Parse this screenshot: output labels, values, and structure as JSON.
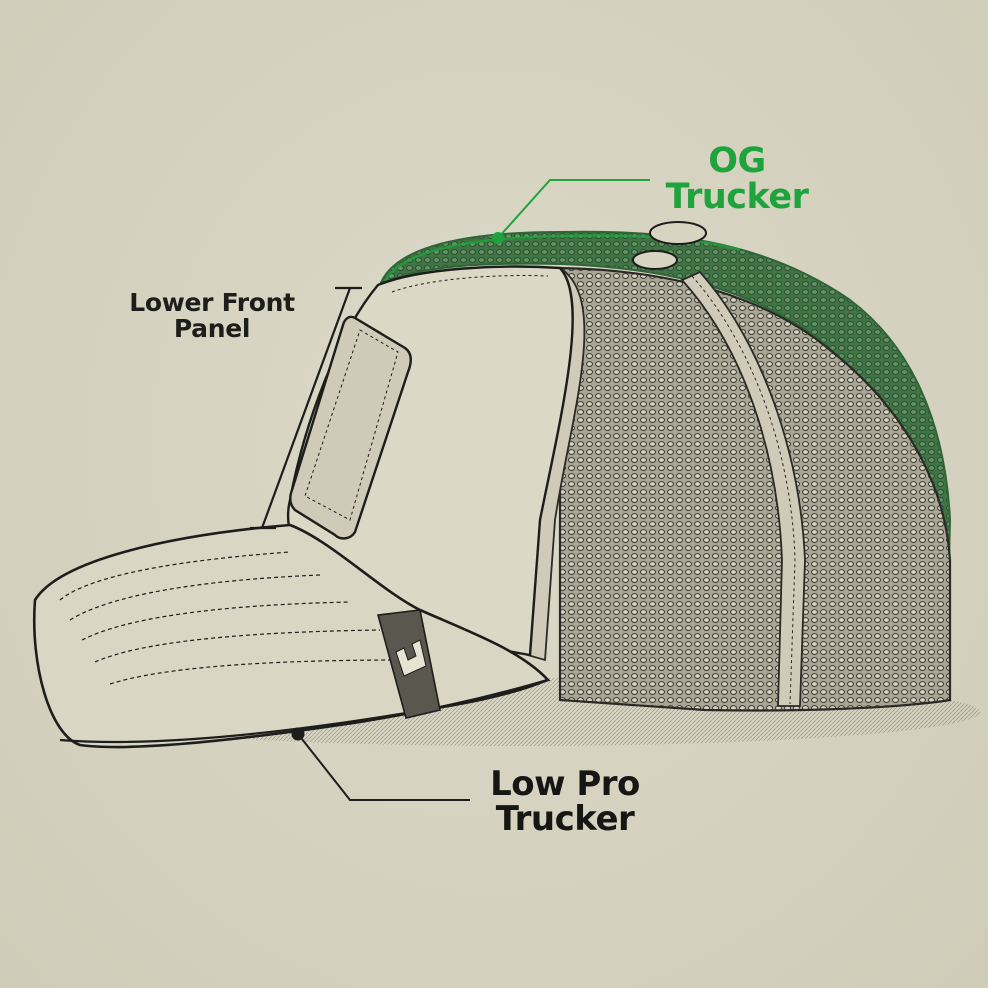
{
  "diagram": {
    "subject": "trucker cap side view",
    "colors": {
      "background": "#d6d3c1",
      "ink": "#1d1d1b",
      "accent_green": "#1fa33c",
      "dark_green_overlay": "#1e5a28"
    },
    "callouts": [
      {
        "id": "og",
        "lines": [
          "OG",
          "Trucker"
        ],
        "color": "#1fa33c"
      },
      {
        "id": "lower_front",
        "lines": [
          "Lower Front",
          "Panel"
        ],
        "color": "#1d1d1b"
      },
      {
        "id": "low_pro",
        "lines": [
          "Low Pro",
          "Trucker"
        ],
        "color": "#161614"
      }
    ]
  }
}
